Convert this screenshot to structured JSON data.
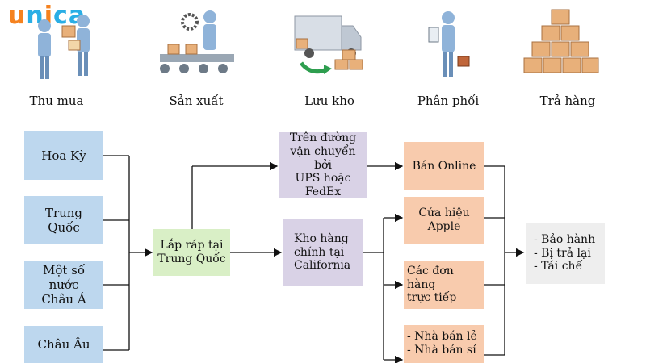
{
  "logo": {
    "text": "unica",
    "colors": [
      "#f5821f",
      "#2aaee5",
      "#f5821f",
      "#2aaee5",
      "#2aaee5"
    ]
  },
  "stages": [
    {
      "label": "Thu mua",
      "icon": "purchasing-icon"
    },
    {
      "label": "Sản xuất",
      "icon": "manufacturing-icon"
    },
    {
      "label": "Lưu kho",
      "icon": "warehouse-truck-icon"
    },
    {
      "label": "Phân phối",
      "icon": "distribution-icon"
    },
    {
      "label": "Trả hàng",
      "icon": "returns-boxes-icon"
    }
  ],
  "sources": [
    "Hoa Kỳ",
    "Trung Quốc",
    "Một số nước\nChâu Á",
    "Châu Âu"
  ],
  "assembly": "Lắp ráp tại\nTrung Quốc",
  "transit": "Trên đường\nvận chuyển bởi\nUPS hoặc FedEx",
  "warehouse": "Kho hàng\nchính tại\nCalifornia",
  "channels": [
    "Bán Online",
    "Cửa hiệu\nApple",
    "Các đơn hàng\ntrực tiếp",
    "- Nhà bán lẻ\n- Nhà bán sỉ"
  ],
  "returns": "- Bảo hành\n- Bị trả lại\n- Tái chế",
  "colors": {
    "source_box": "#bdd7ee",
    "assembly_box": "#d9efc6",
    "purple_box": "#d9d2e6",
    "orange_box": "#f8cbad",
    "grey_box": "#eeeeee",
    "figure_blue": "#8fb3d9",
    "box_tan": "#e8b07a",
    "truck_green": "#2e9e4f"
  }
}
